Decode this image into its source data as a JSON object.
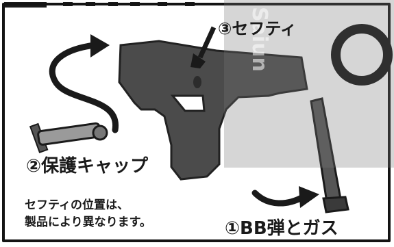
{
  "labels": {
    "safety": "③セフティ",
    "cap": "②保護キャップ",
    "bb_gas": "①BB弾とガス"
  },
  "note": {
    "line1": "セフティの位置は、",
    "line2": "製品により異なります。"
  },
  "watermark": {
    "text": "Saiun"
  },
  "colors": {
    "frame": "#141414",
    "gun": "#4b4b4b",
    "arrow": "#1a1a1a",
    "watermark": "#8a8a8a"
  },
  "icons": {
    "logo": "ring-logo-icon"
  }
}
